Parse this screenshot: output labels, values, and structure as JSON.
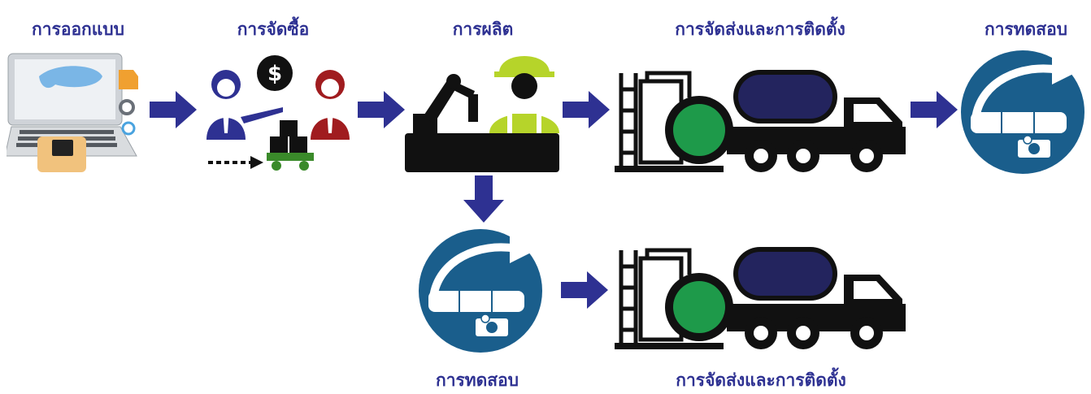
{
  "steps": {
    "design": "การออกแบบ",
    "procurement": "การจัดซื้อ",
    "production": "การผลิต",
    "delivery_installation": "การจัดส่งและการติดตั้ง",
    "testing": "การทดสอบ"
  },
  "branch": {
    "testing": "การทดสอบ",
    "delivery_installation": "การจัดส่งและการติดตั้ง"
  },
  "colors": {
    "label": "#2e3192",
    "arrow": "#2e3192",
    "test_circle": "#1a5e8c",
    "tank_green": "#1e9a4a",
    "tank_navy": "#23245e"
  },
  "icons": {
    "design": "laptop-icon",
    "procurement": "buyer-seller-icon",
    "production": "factory-worker-icon",
    "delivery": "tanker-truck-icon",
    "testing": "pressure-test-icon"
  }
}
